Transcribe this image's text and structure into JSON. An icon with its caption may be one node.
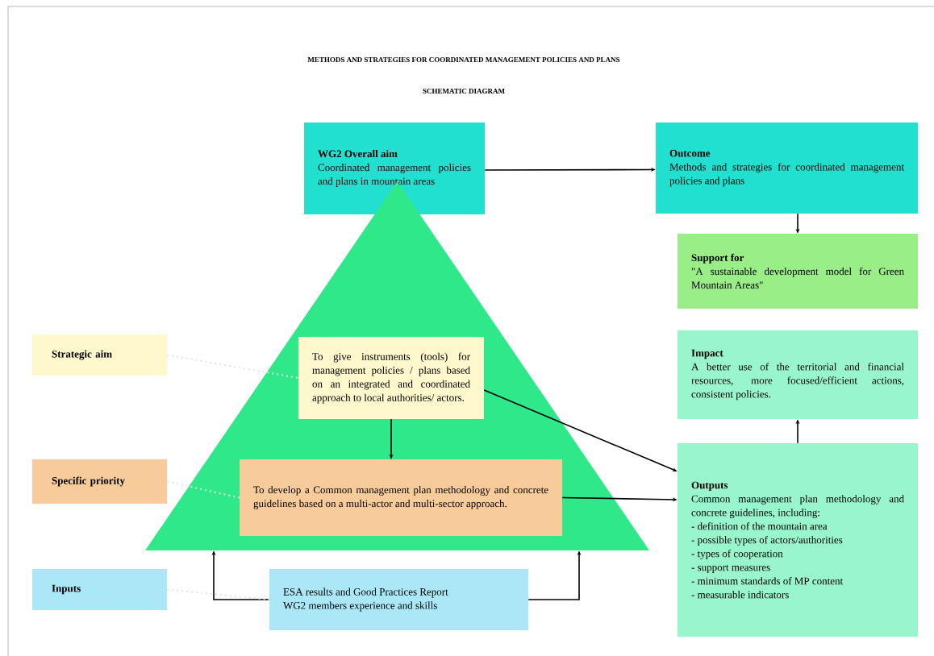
{
  "diagram": {
    "title": "METHODS AND STRATEGIES FOR COORDINATED MANAGEMENT POLICIES AND PLANS",
    "labels": [
      "SCHEMATIC DIAGRAM"
    ],
    "nodes": [
      {
        "text": [
          "WG2 Overall aim",
          "Coordinated management policies and plans in mountain areas"
        ]
      },
      {
        "text": [
          "Outcome",
          "Methods and strategies for coordinated management policies and plans"
        ]
      },
      {
        "text": [
          "Support for",
          "\"A sustainable development model for Green Mountain Areas\""
        ]
      },
      {
        "text": [],
        "shape": "triangle"
      },
      {
        "text": [
          "Strategic aim"
        ]
      },
      {
        "text": [
          "To give instruments (tools) for management policies / plans based on an integrated and coordinated approach to local authorities/ actors."
        ],
        "in": 3
      },
      {
        "text": [
          "Impact",
          "A better use of the territorial and financial resources, more focused/efficient actions, consistent policies."
        ]
      },
      {
        "text": [
          "Specific priority"
        ]
      },
      {
        "text": [
          "To develop a Common management plan methodology and concrete guidelines based on a multi-actor and multi-sector approach."
        ],
        "in": 3
      },
      {
        "text": [
          "Outputs",
          "Common management plan methodology and concrete guidelines, including:",
          "- definition of the mountain area",
          "- possible types of actors/authorities",
          "- types of cooperation",
          "- support measures",
          "- minimum standards of MP content",
          "- measurable indicators"
        ]
      },
      {
        "text": [
          "Inputs"
        ]
      },
      {
        "text": [
          "ESA results and Good Practices Report",
          "WG2 members experience and skills"
        ]
      }
    ],
    "edges": [
      {
        "from": 0,
        "to": 1,
        "arrow": "to"
      },
      {
        "from": 1,
        "to": 2,
        "arrow": "to"
      },
      {
        "from": 5,
        "to": 8,
        "arrow": "to"
      },
      {
        "from": 5,
        "to": 9,
        "arrow": "to"
      },
      {
        "from": 8,
        "to": 9,
        "arrow": "to"
      },
      {
        "from": 9,
        "to": 6,
        "arrow": "to"
      },
      {
        "from": 11,
        "to": 3,
        "arrow": "to"
      },
      {
        "from": 11,
        "to": 3,
        "arrow": "to"
      },
      {
        "from": 4,
        "to": 5,
        "arrow": "none",
        "style": "dashed",
        "color": "#e4e4e4"
      },
      {
        "from": 7,
        "to": 8,
        "arrow": "none",
        "style": "dashed",
        "color": "#e4e4e4"
      },
      {
        "from": 10,
        "to": 11,
        "arrow": "none",
        "style": "dashed",
        "color": "#e4e4e4"
      }
    ]
  }
}
